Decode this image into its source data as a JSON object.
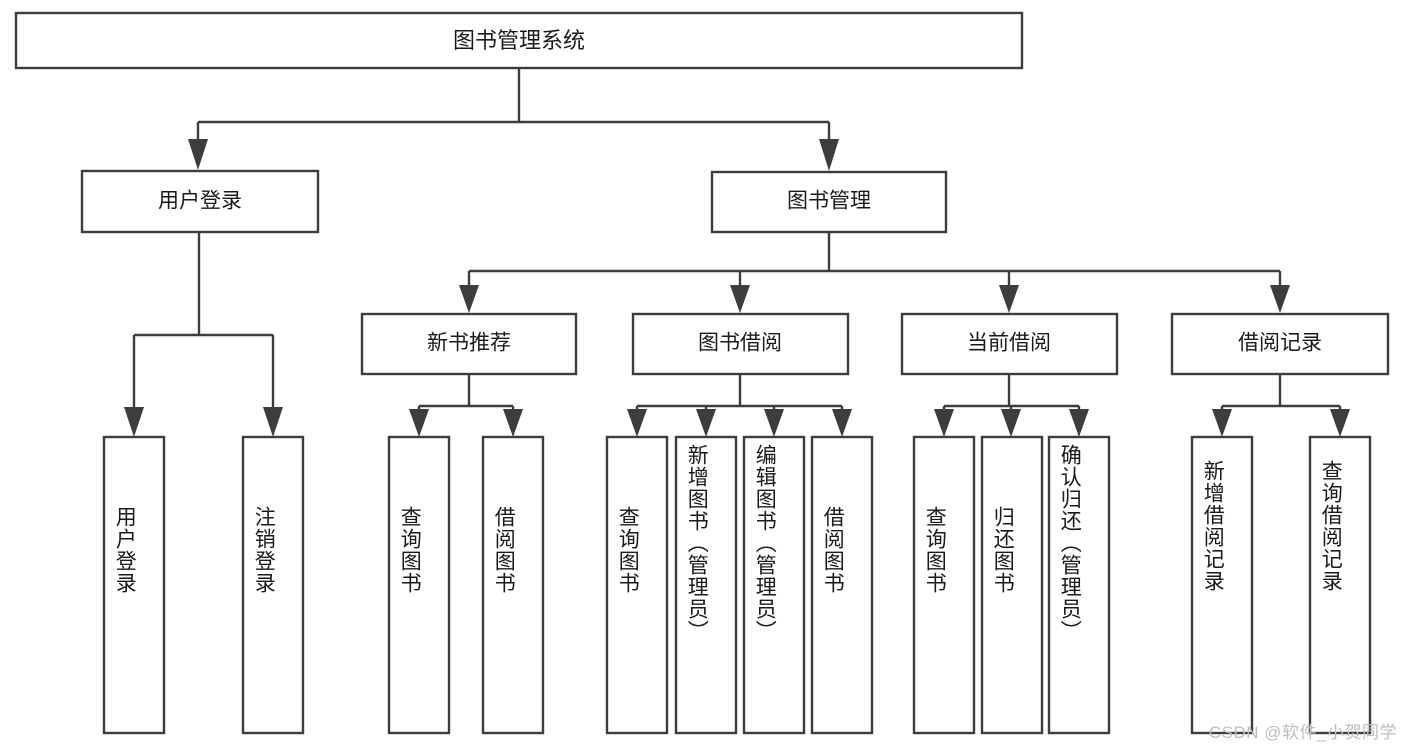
{
  "diagram": {
    "title": "图书管理系统",
    "root": {
      "id": "root",
      "label": "图书管理系统"
    },
    "level2": [
      {
        "id": "user-login",
        "label": "用户登录"
      },
      {
        "id": "book-manage",
        "label": "图书管理"
      }
    ],
    "level3": [
      {
        "id": "new-book-recommend",
        "label": "新书推荐"
      },
      {
        "id": "book-borrow",
        "label": "图书借阅"
      },
      {
        "id": "current-borrow",
        "label": "当前借阅"
      },
      {
        "id": "borrow-record",
        "label": "借阅记录"
      }
    ],
    "leaves": [
      {
        "id": "leaf-user-login",
        "label": "用户登录",
        "parent": "user-login"
      },
      {
        "id": "leaf-logout-login",
        "label": "注销登录",
        "parent": "user-login"
      },
      {
        "id": "leaf-query-book-1",
        "label": "查询图书",
        "parent": "new-book-recommend"
      },
      {
        "id": "leaf-borrow-book-1",
        "label": "借阅图书",
        "parent": "new-book-recommend"
      },
      {
        "id": "leaf-query-book-2",
        "label": "查询图书",
        "parent": "book-borrow"
      },
      {
        "id": "leaf-add-book-admin",
        "label": "新增图书（管理员）",
        "parent": "book-borrow"
      },
      {
        "id": "leaf-edit-book-admin",
        "label": "编辑图书（管理员）",
        "parent": "book-borrow"
      },
      {
        "id": "leaf-borrow-book-2",
        "label": "借阅图书",
        "parent": "book-borrow"
      },
      {
        "id": "leaf-query-book-3",
        "label": "查询图书",
        "parent": "current-borrow"
      },
      {
        "id": "leaf-return-book",
        "label": "归还图书",
        "parent": "current-borrow"
      },
      {
        "id": "leaf-confirm-return-admin",
        "label": "确认归还（管理员）",
        "parent": "current-borrow"
      },
      {
        "id": "leaf-add-borrow-record",
        "label": "新增借阅记录",
        "parent": "borrow-record"
      },
      {
        "id": "leaf-query-borrow-record",
        "label": "查询借阅记录",
        "parent": "borrow-record"
      }
    ],
    "colors": {
      "stroke": "#3d3d3d",
      "box_fill": "#ffffff",
      "text": "#1a1a1a",
      "background": "#ffffff",
      "watermark": "#bdbdbd"
    }
  },
  "watermark": {
    "text": "CSDN @软件_小贺同学"
  }
}
